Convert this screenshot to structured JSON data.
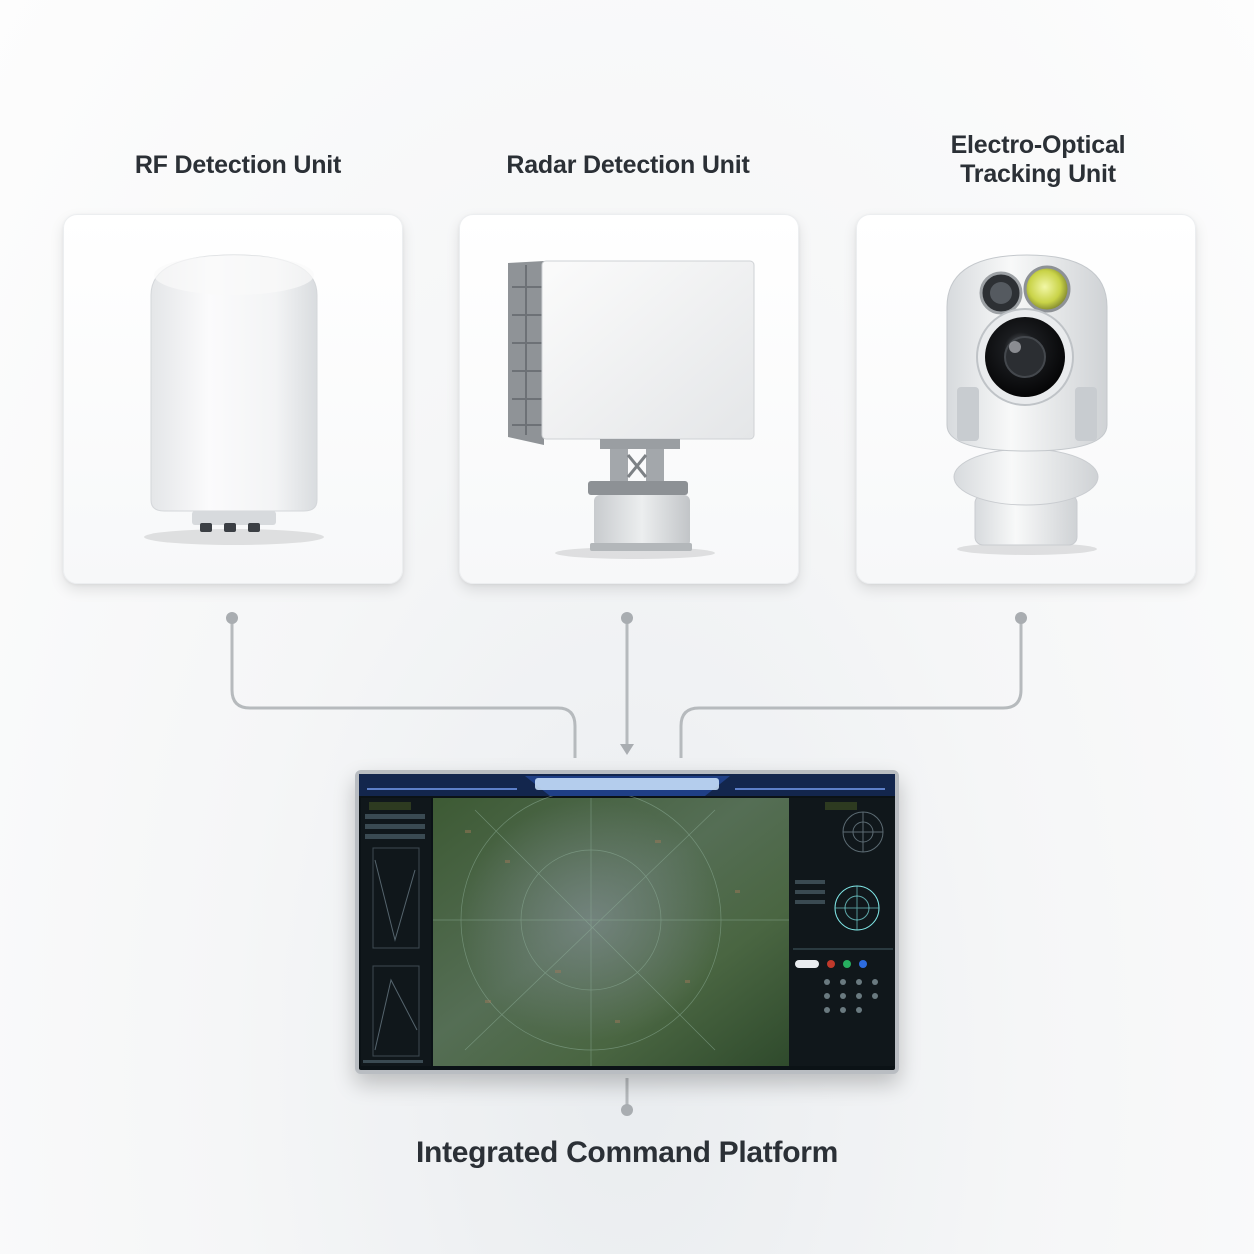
{
  "units": [
    {
      "id": "rf",
      "title": "RF Detection Unit"
    },
    {
      "id": "radar",
      "title": "Radar Detection Unit"
    },
    {
      "id": "eo",
      "title": "Electro-Optical\nTracking Unit"
    }
  ],
  "platform": {
    "title": "Integrated Command Platform"
  },
  "colors": {
    "text": "#2b3036",
    "connector": "#b6babd",
    "card_bg": "#ffffff",
    "screen_bg": "#0d1418",
    "map_green": "#3f5e3a",
    "hud_blue": "#1f3f86",
    "hud_cyan": "#7fe6e6",
    "lens_yellow": "#d6e05a"
  },
  "icons": [
    "rf-unit-image",
    "radar-unit-image",
    "eo-camera-image",
    "command-monitor-image"
  ]
}
